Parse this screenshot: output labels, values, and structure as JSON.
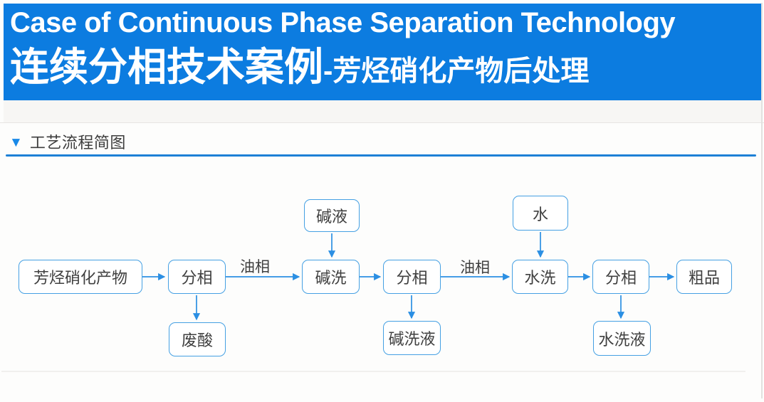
{
  "banner": {
    "title_en": "Case of Continuous Phase Separation Technology",
    "title_zh": "连续分相技术案例",
    "title_zh_suffix": "-芳烃硝化产物后处理"
  },
  "section": {
    "marker": "▼",
    "title": "工艺流程简图"
  },
  "flowchart": {
    "nodes": {
      "feed": "芳烃硝化产物",
      "sep1": "分相",
      "alkali_wash": "碱洗",
      "sep2": "分相",
      "water_wash": "水洗",
      "sep3": "分相",
      "crude": "粗品",
      "alkali_feed": "碱液",
      "water_feed": "水",
      "waste_acid": "废酸",
      "alkali_wash_liquid": "碱洗液",
      "water_wash_liquid": "水洗液"
    },
    "edge_labels": [
      "油相",
      "油相"
    ],
    "edges": [
      {
        "from": "feed",
        "to": "sep1",
        "label": ""
      },
      {
        "from": "sep1",
        "to": "alkali_wash",
        "label": "油相"
      },
      {
        "from": "alkali_feed",
        "to": "alkali_wash",
        "label": ""
      },
      {
        "from": "alkali_wash",
        "to": "sep2",
        "label": ""
      },
      {
        "from": "sep2",
        "to": "water_wash",
        "label": "油相"
      },
      {
        "from": "water_feed",
        "to": "water_wash",
        "label": ""
      },
      {
        "from": "water_wash",
        "to": "sep3",
        "label": ""
      },
      {
        "from": "sep3",
        "to": "crude",
        "label": ""
      },
      {
        "from": "sep1",
        "to": "waste_acid",
        "label": ""
      },
      {
        "from": "sep2",
        "to": "alkali_wash_liquid",
        "label": ""
      },
      {
        "from": "sep3",
        "to": "water_wash_liquid",
        "label": ""
      }
    ]
  },
  "colors": {
    "banner-bg": "#0c7ce0",
    "banner-text": "#ffffff",
    "accent": "#1989e8",
    "rule": "#1d80d6",
    "box-border": "#45a0e3",
    "arrow": "#2b8fe3",
    "ink": "#3f3f3f"
  }
}
